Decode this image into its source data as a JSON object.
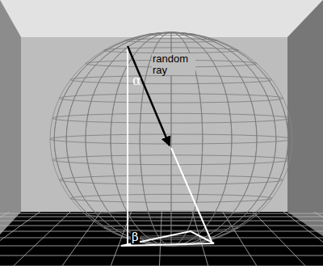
{
  "diagram": {
    "labels": [
      "α",
      "random ray",
      "β"
    ]
  }
}
